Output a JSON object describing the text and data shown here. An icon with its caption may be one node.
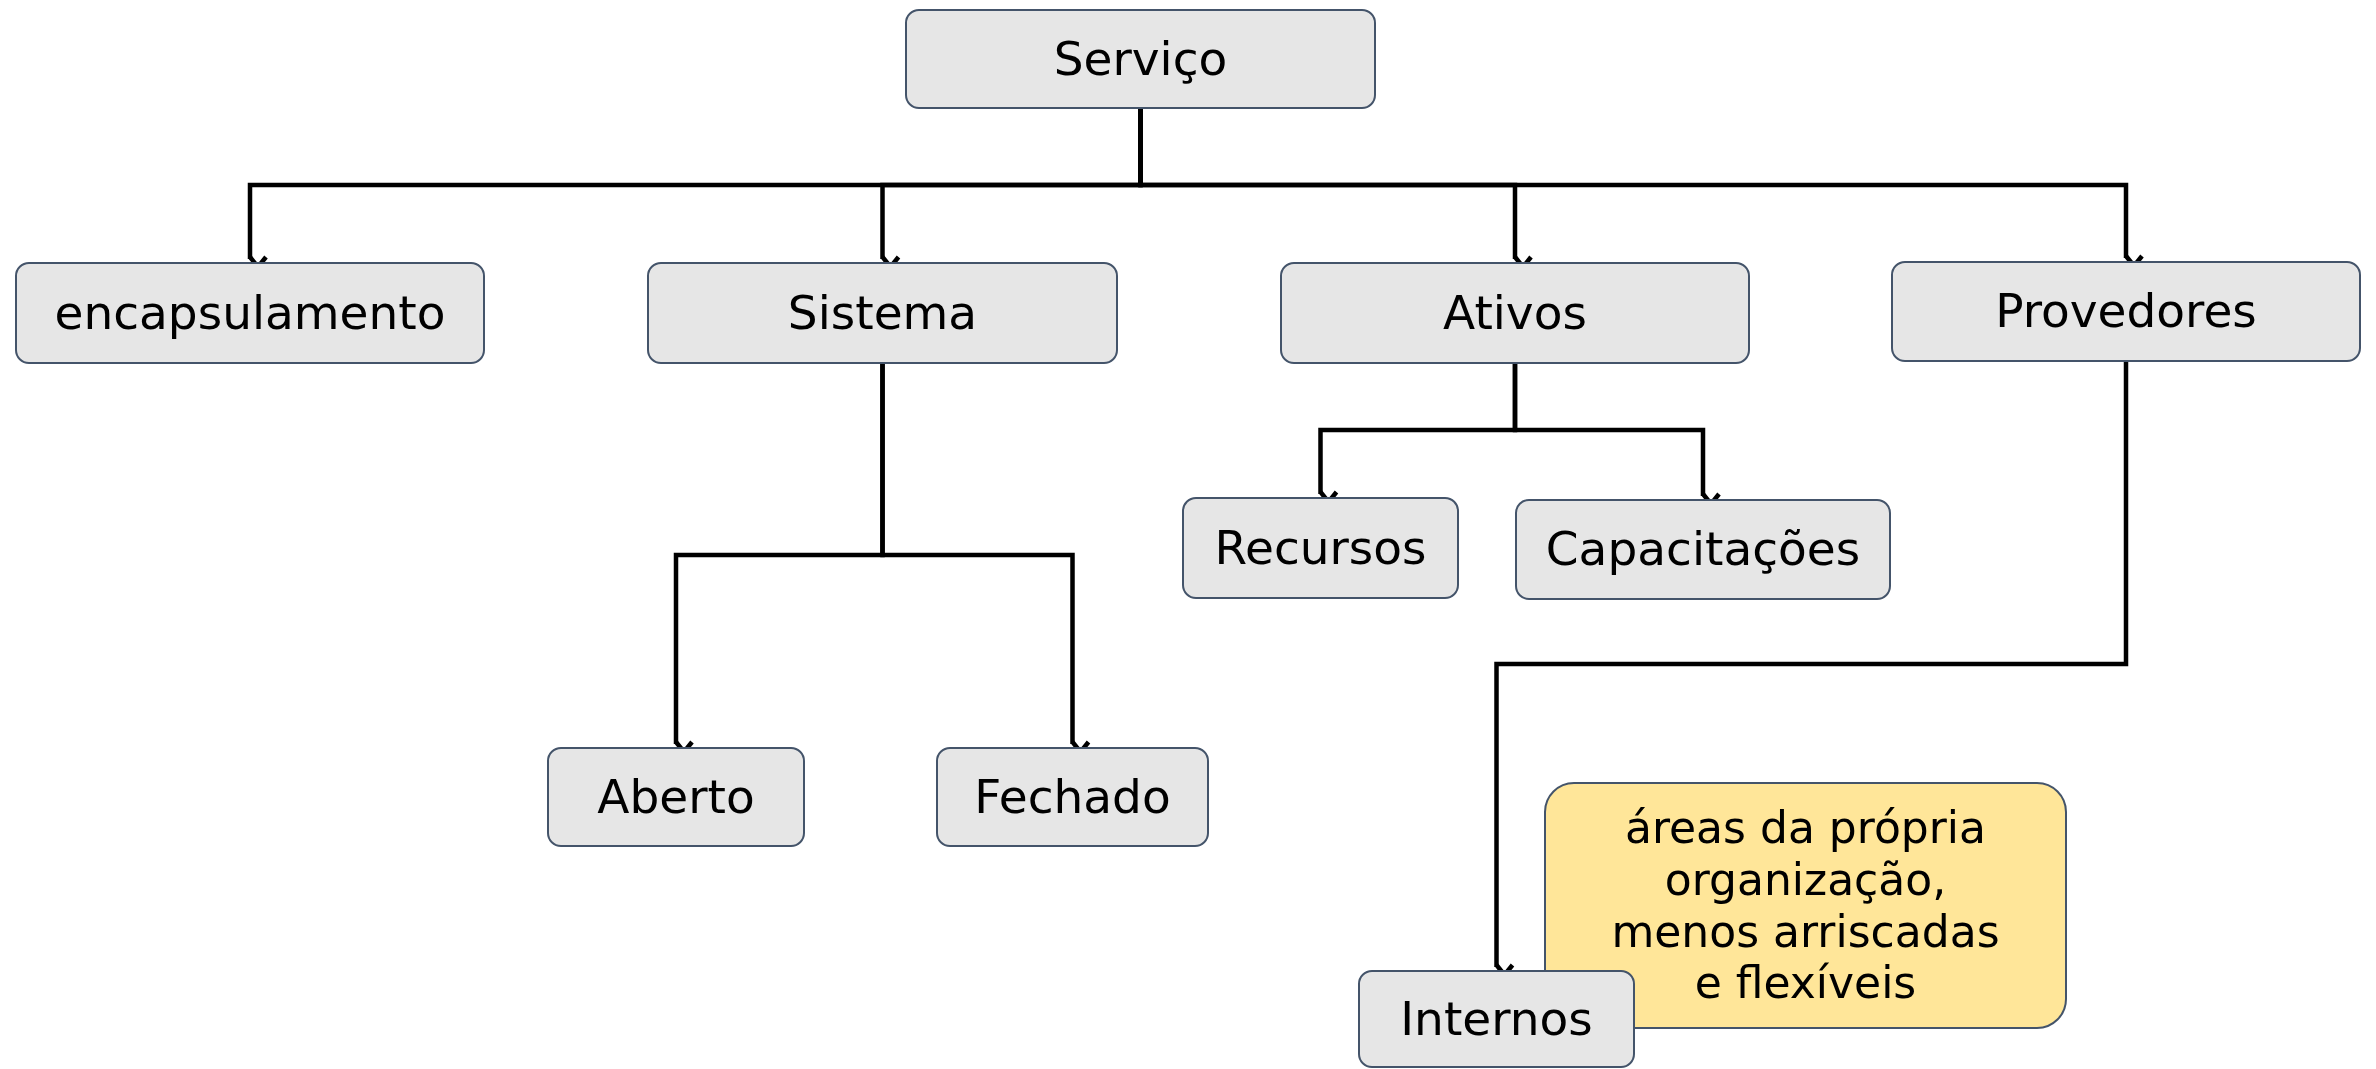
{
  "diagram": {
    "nodes": [
      {
        "text": [
          "Serviço"
        ]
      },
      {
        "text": [
          "encapsulamento"
        ]
      },
      {
        "text": [
          "Sistema"
        ]
      },
      {
        "text": [
          "Ativos"
        ]
      },
      {
        "text": [
          "Provedores"
        ]
      },
      {
        "text": [
          "Recursos"
        ]
      },
      {
        "text": [
          "Capacitações"
        ]
      },
      {
        "text": [
          "Aberto"
        ]
      },
      {
        "text": [
          "Fechado"
        ]
      },
      {
        "text": [
          "áreas da própria organização, menos arriscadas e flexíveis"
        ]
      },
      {
        "text": [
          "Internos"
        ]
      }
    ],
    "edges": [
      {
        "from": 0,
        "to": 1,
        "arrow": "to"
      },
      {
        "from": 0,
        "to": 2,
        "arrow": "to"
      },
      {
        "from": 0,
        "to": 3,
        "arrow": "to"
      },
      {
        "from": 0,
        "to": 4,
        "arrow": "to"
      },
      {
        "from": 3,
        "to": 5,
        "arrow": "to"
      },
      {
        "from": 3,
        "to": 6,
        "arrow": "to"
      },
      {
        "from": 2,
        "to": 7,
        "arrow": "to"
      },
      {
        "from": 2,
        "to": 8,
        "arrow": "to"
      },
      {
        "from": 4,
        "to": 10,
        "arrow": "to"
      }
    ]
  }
}
